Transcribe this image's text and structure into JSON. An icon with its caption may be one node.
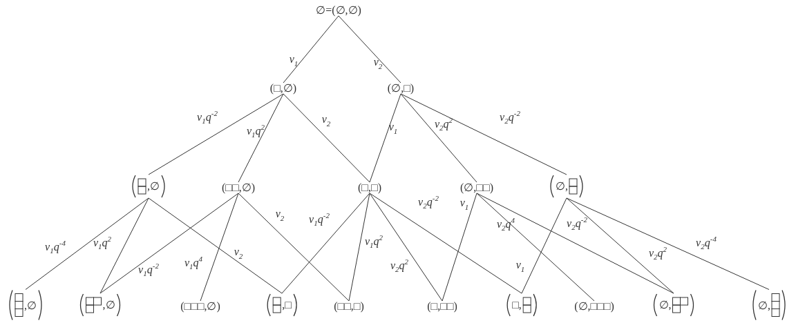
{
  "diagram": {
    "nodes": [
      {
        "text": [
          "∅=(∅,∅)"
        ]
      },
      {
        "text": [
          "(□,∅)"
        ]
      },
      {
        "text": [
          "(∅,□)"
        ]
      },
      {
        "text": [
          ",∅"
        ]
      },
      {
        "text": [
          "(□□,∅)"
        ]
      },
      {
        "text": [
          "(□,□)"
        ]
      },
      {
        "text": [
          "(∅,□□)"
        ]
      },
      {
        "text": [
          "∅,"
        ]
      },
      {
        "text": [
          ",∅"
        ]
      },
      {
        "text": [
          ",∅"
        ]
      },
      {
        "text": [
          "(□□□,∅)"
        ]
      },
      {
        "text": [
          ",□"
        ]
      },
      {
        "text": [
          "(□□,□)"
        ]
      },
      {
        "text": [
          "(□,□□)"
        ]
      },
      {
        "text": [
          "□,"
        ]
      },
      {
        "text": [
          "(∅,□□□)"
        ]
      },
      {
        "text": [
          "∅,"
        ]
      },
      {
        "text": [
          "∅,"
        ]
      }
    ],
    "edges": [
      {
        "from": 0,
        "to": 1,
        "arrow": "none",
        "label": "v$_{1}$"
      },
      {
        "from": 0,
        "to": 2,
        "arrow": "none",
        "label": "v$_{2}$"
      },
      {
        "from": 1,
        "to": 3,
        "arrow": "none",
        "label": "v$_{1}$q$^{-2}$"
      },
      {
        "from": 1,
        "to": 4,
        "arrow": "none",
        "label": "v$_{1}$q$^{2}$"
      },
      {
        "from": 1,
        "to": 5,
        "arrow": "none",
        "label": "v$_{2}$"
      },
      {
        "from": 2,
        "to": 5,
        "arrow": "none",
        "label": "v$_{1}$"
      },
      {
        "from": 2,
        "to": 6,
        "arrow": "none",
        "label": "v$_{2}$q$^{2}$"
      },
      {
        "from": 2,
        "to": 7,
        "arrow": "none",
        "label": "v$_{2}$q$^{-2}$"
      },
      {
        "from": 3,
        "to": 8,
        "arrow": "none",
        "label": "v$_{1}$q$^{-4}$"
      },
      {
        "from": 3,
        "to": 9,
        "arrow": "none",
        "label": "v$_{1}$q$^{2}$"
      },
      {
        "from": 3,
        "to": 11,
        "arrow": "none",
        "label": "v$_{2}$"
      },
      {
        "from": 4,
        "to": 9,
        "arrow": "none",
        "label": "v$_{1}$q$^{-2}$"
      },
      {
        "from": 4,
        "to": 10,
        "arrow": "none",
        "label": "v$_{1}$q$^{4}$"
      },
      {
        "from": 4,
        "to": 12,
        "arrow": "none",
        "label": "v$_{2}$"
      },
      {
        "from": 5,
        "to": 11,
        "arrow": "none",
        "label": "v$_{1}$q$^{-2}$"
      },
      {
        "from": 5,
        "to": 12,
        "arrow": "none",
        "label": "v$_{1}$q$^{2}$"
      },
      {
        "from": 5,
        "to": 13,
        "arrow": "none",
        "label": "v$_{2}$q$^{2}$"
      },
      {
        "from": 5,
        "to": 14,
        "arrow": "none",
        "label": "v$_{2}$q$^{-2}$"
      },
      {
        "from": 6,
        "to": 13,
        "arrow": "none",
        "label": "v$_{1}$"
      },
      {
        "from": 6,
        "to": 15,
        "arrow": "none",
        "label": "v$_{2}$q$^{4}$"
      },
      {
        "from": 6,
        "to": 16,
        "arrow": "none",
        "label": "v$_{2}$q$^{-2}$"
      },
      {
        "from": 7,
        "to": 14,
        "arrow": "none",
        "label": "v$_{1}$"
      },
      {
        "from": 7,
        "to": 16,
        "arrow": "none",
        "label": "v$_{2}$q$^{2}$"
      },
      {
        "from": 7,
        "to": 17,
        "arrow": "none",
        "label": "v$_{2}$q$^{-4}$"
      }
    ]
  }
}
